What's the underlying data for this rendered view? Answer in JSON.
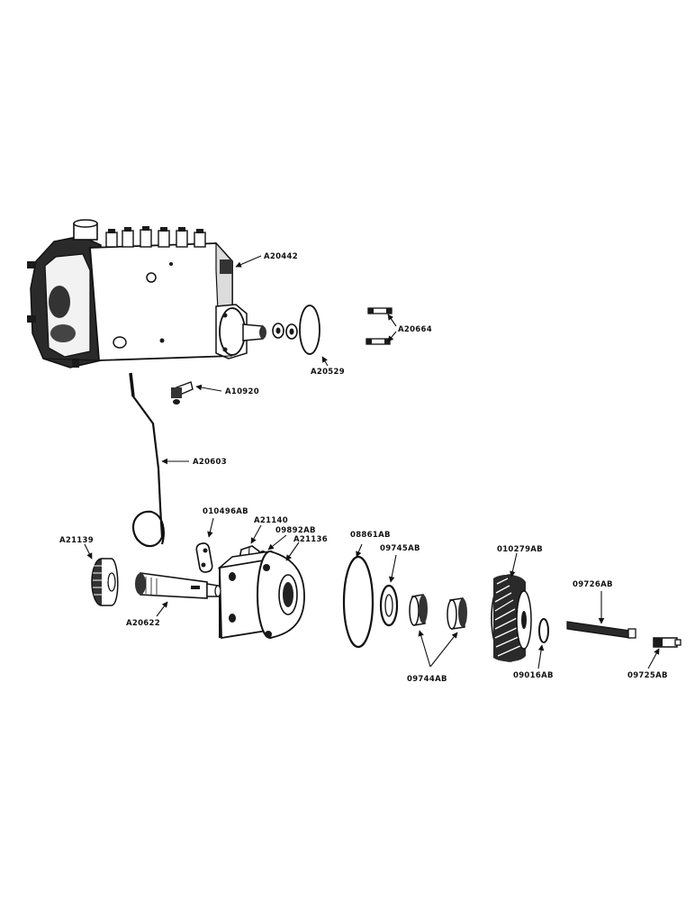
{
  "labels": {
    "a20442": "A20442",
    "a20664": "A20664",
    "a20529": "A20529",
    "a10920": "A10920",
    "a20603": "A20603",
    "p010496ab": "010496AB",
    "a21140": "A21140",
    "p09892ab": "09892AB",
    "a21136": "A21136",
    "a21139": "A21139",
    "a20622": "A20622",
    "p08861ab": "08861AB",
    "p09745ab": "09745AB",
    "p010279ab": "010279AB",
    "p09726ab": "09726AB",
    "p09744ab": "09744AB",
    "p09016ab": "09016AB",
    "p09725ab": "09725AB"
  }
}
